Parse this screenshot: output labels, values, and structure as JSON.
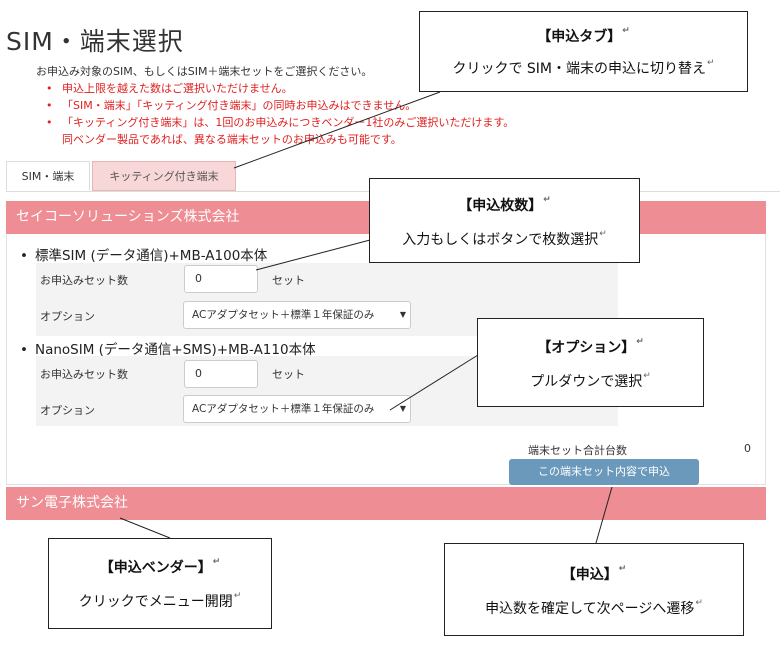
{
  "page": {
    "title": "SIM・端末選択",
    "intro": "お申込み対象のSIM、もしくはSIM＋端末セットをご選択ください。",
    "notes": [
      "申込上限を越えた数はご選択いただけません。",
      "「SIM・端末」「キッティング付き端末」の同時お申込みはできません。",
      "「キッティング付き端末」は、1回のお申込みにつきベンダー1社のみご選択いただけます。",
      "同ベンダー製品であれば、異なる端末セットのお申込みも可能です。"
    ]
  },
  "tabs": [
    {
      "label": "SIM・端末",
      "active": true
    },
    {
      "label": "キッティング付き端末",
      "active": false
    }
  ],
  "vendors": [
    {
      "name": "セイコーソリューションズ株式会社",
      "expanded": true
    },
    {
      "name": "サン電子株式会社",
      "expanded": false
    }
  ],
  "products": [
    {
      "name": "標準SIM (データ通信)+MB-A100本体",
      "qty_label": "お申込みセット数",
      "qty_value": "0",
      "qty_unit": "セット",
      "option_label": "オプション",
      "option_value": "ACアダプタセット＋標準１年保証のみ"
    },
    {
      "name": "NanoSIM (データ通信+SMS)+MB-A110本体",
      "qty_label": "お申込みセット数",
      "qty_value": "0",
      "qty_unit": "セット",
      "option_label": "オプション",
      "option_value": "ACアダプタセット＋標準１年保証のみ"
    }
  ],
  "summary": {
    "total_label": "端末セット合計台数",
    "total_value": "0",
    "submit_label": "この端末セット内容で申込"
  },
  "callouts": {
    "tab": {
      "title": "【申込タブ】",
      "desc": "クリックで SIM・端末の申込に切り替え"
    },
    "qty": {
      "title": "【申込枚数】",
      "desc": "入力もしくはボタンで枚数選択"
    },
    "option": {
      "title": "【オプション】",
      "desc": "プルダウンで選択"
    },
    "vendor": {
      "title": "【申込ベンダー】",
      "desc": "クリックでメニュー開閉"
    },
    "submit": {
      "title": "【申込】",
      "desc": "申込数を確定して次ページへ遷移"
    }
  },
  "colors": {
    "vendor_bar": "#ee8d93",
    "active_tab_bg": "#ffffff",
    "inactive_tab_bg": "#f8d7d9",
    "submit_button": "#6a99bb",
    "note_text": "#e02020"
  },
  "icons": {
    "select_caret": "caret-down-icon",
    "paragraph_mark": "return-mark-icon"
  }
}
